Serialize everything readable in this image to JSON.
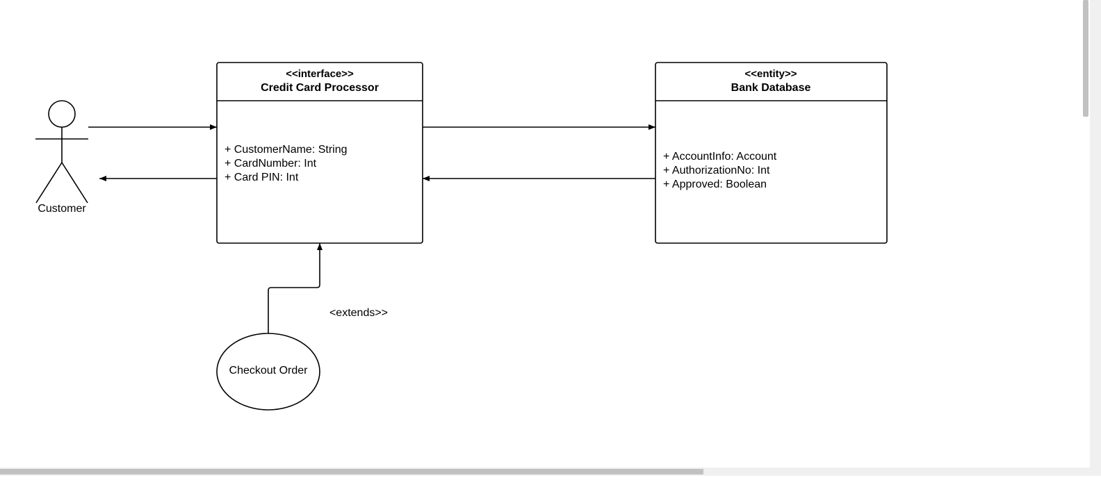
{
  "diagram": {
    "actor": {
      "label": "Customer"
    },
    "interface_class": {
      "stereotype": "<<interface>>",
      "name": "Credit Card Processor",
      "attributes": [
        "+ CustomerName: String",
        "+ CardNumber: Int",
        "+ Card PIN: Int"
      ]
    },
    "entity_class": {
      "stereotype": "<<entity>>",
      "name": "Bank Database",
      "attributes": [
        "+ AccountInfo: Account",
        "+ AuthorizationNo: Int",
        "+ Approved: Boolean"
      ]
    },
    "use_case": {
      "label": "Checkout Order"
    },
    "extends_label": "<extends>>"
  }
}
